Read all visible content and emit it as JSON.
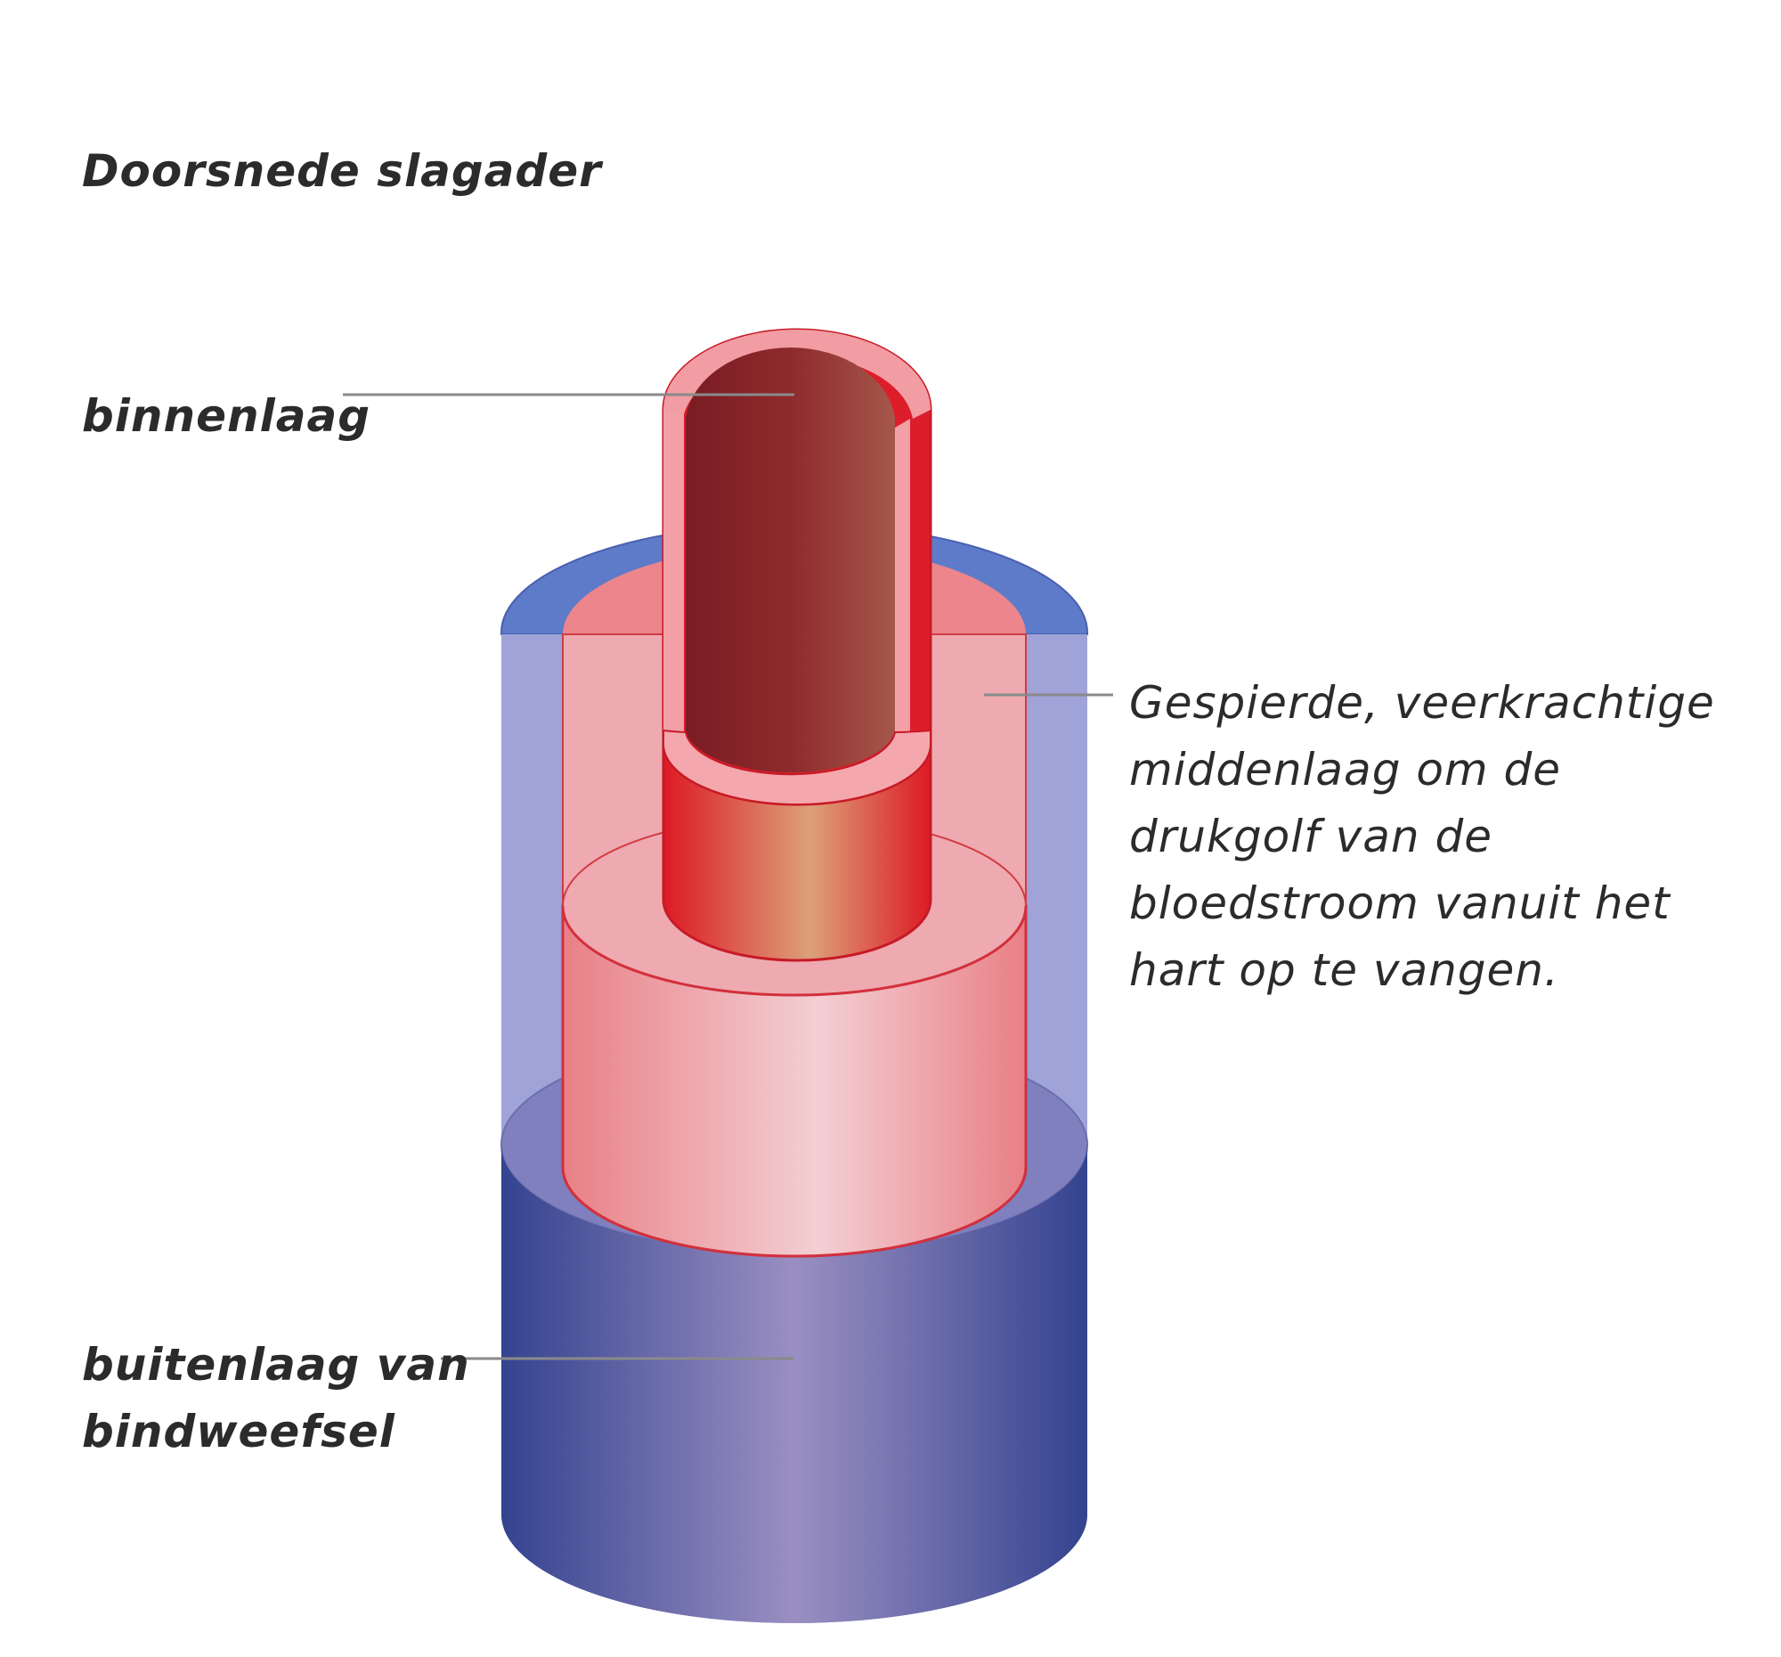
{
  "title": "Doorsnede slagader",
  "labels": {
    "inner": "binnenlaag",
    "middle": [
      "Gespierde, veerkrachtige",
      "middenlaag om de",
      "drukgolf van de",
      "bloedstroom vanuit het",
      "hart op te vangen."
    ],
    "outer": [
      "buitenlaag van",
      "bindweefsel"
    ]
  },
  "colors": {
    "outer_layer": "#3d4a92",
    "outer_cut": "#9fa2d6",
    "outer_rim": "#5d7bc8",
    "middle_layer": "#eca3a8",
    "middle_cut": "#ef9ca3",
    "inner_layer": "#de1a24",
    "lumen": "#8a2428",
    "leader_line": "#8a8a8a"
  }
}
